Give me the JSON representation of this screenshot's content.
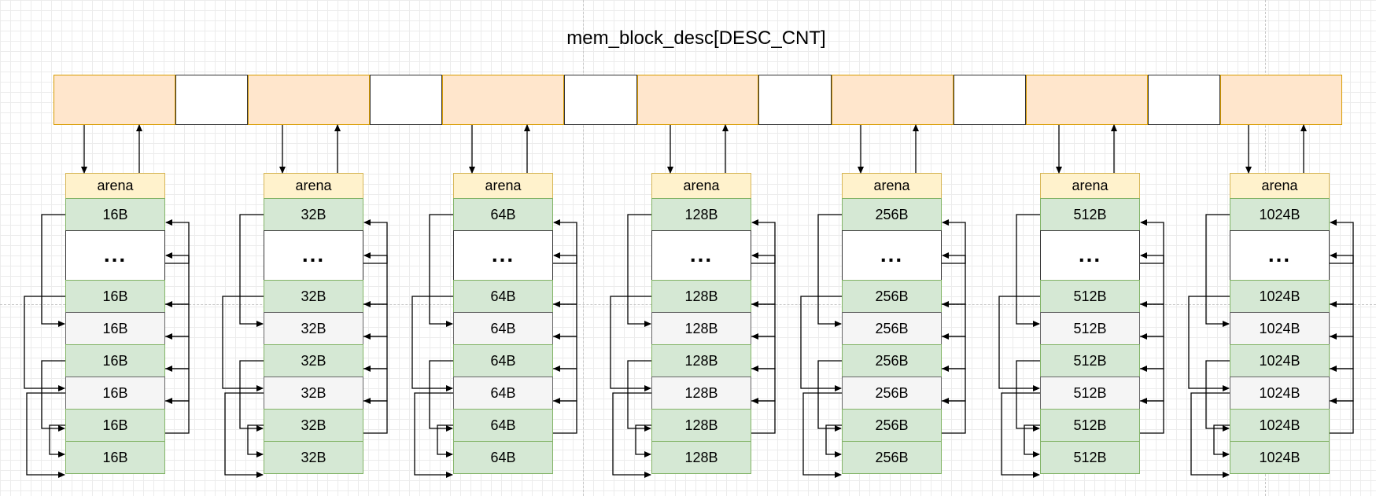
{
  "diagram": {
    "title": "mem_block_desc[DESC_CNT]",
    "arena_label": "arena",
    "ellipsis": "...",
    "block_sizes": [
      "16B",
      "32B",
      "64B",
      "128B",
      "256B",
      "512B",
      "1024B"
    ],
    "descriptor_segments": [
      "filled",
      "empty",
      "filled",
      "empty",
      "filled",
      "empty",
      "filled",
      "empty",
      "filled",
      "empty",
      "filled",
      "empty",
      "filled"
    ],
    "block_pattern": [
      "used",
      "gap",
      "used",
      "free",
      "used",
      "free",
      "used",
      "used"
    ],
    "colors": {
      "descriptor_fill": "#ffe6cc",
      "descriptor_border": "#d79b00",
      "arena_fill": "#fff2cc",
      "arena_border": "#d6b656",
      "block_fill": "#d5e8d4",
      "block_border": "#82b366",
      "free_block_fill": "#f5f5f5",
      "grid": "#ececec"
    }
  }
}
